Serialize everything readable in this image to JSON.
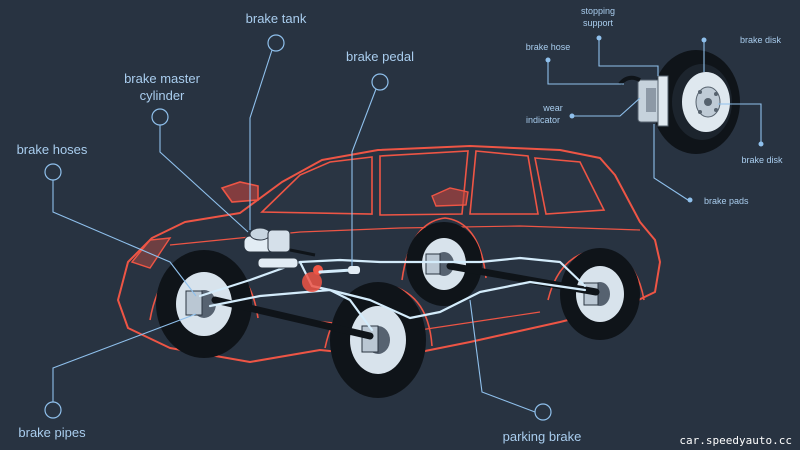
{
  "labels": {
    "brake_tank": "brake tank",
    "brake_pedal": "brake pedal",
    "brake_master_line1": "brake master",
    "brake_master_line2": "cylinder",
    "brake_hoses": "brake hoses",
    "brake_pipes": "brake pipes",
    "parking_brake": "parking brake"
  },
  "detail_labels": {
    "stopping_line1": "stopping",
    "stopping_line2": "support",
    "brake_hose": "brake hose",
    "brake_disk_top": "brake disk",
    "wear_line1": "wear",
    "wear_line2": "indicator",
    "brake_disk_right": "brake disk",
    "brake_pads": "brake pads"
  },
  "watermark": "car.speedyauto.cc",
  "colors": {
    "background": "#283341",
    "car_outline": "#ee5545",
    "car_fill": "#c0453d",
    "label": "#a9cdee",
    "brake_line": "#d4ecfb"
  }
}
